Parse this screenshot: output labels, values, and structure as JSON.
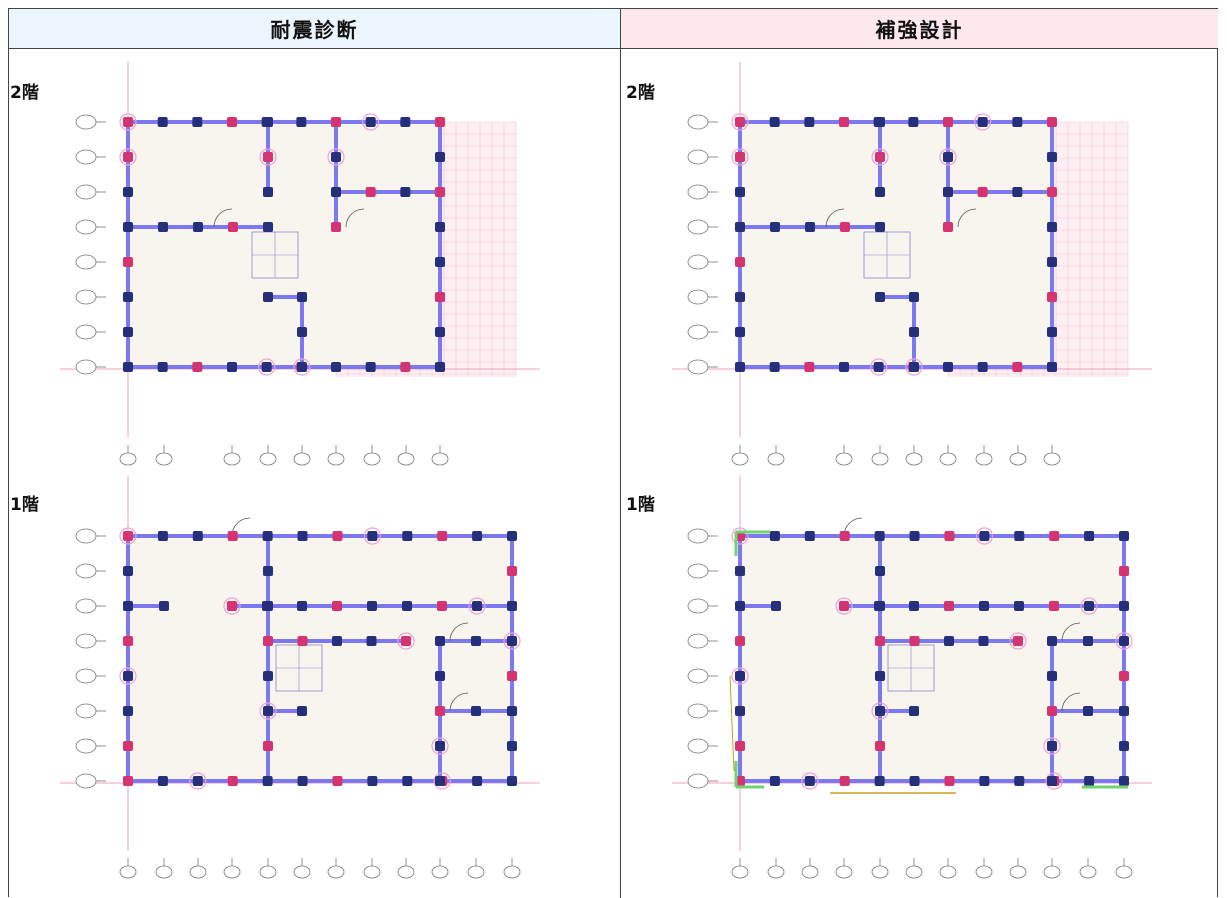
{
  "headers": {
    "left": "耐震診断",
    "right": "補強設計"
  },
  "floors": {
    "second": "2階",
    "first": "1階"
  }
}
